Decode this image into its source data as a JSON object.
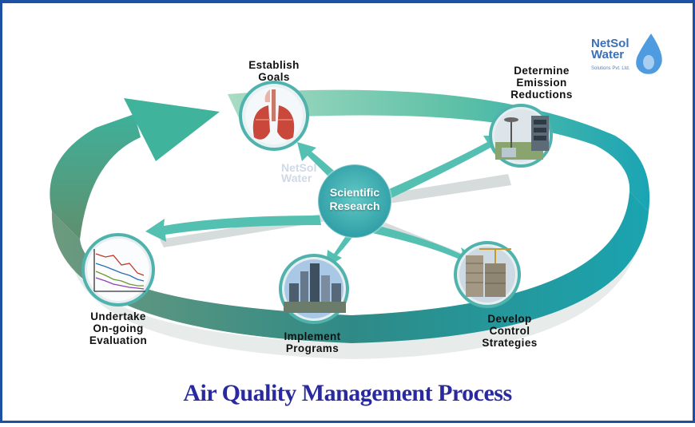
{
  "title": "Air Quality Management Process",
  "center": {
    "line1": "Scientific",
    "line2": "Research"
  },
  "stages": {
    "establish_goals": {
      "line1": "Establish",
      "line2": "Goals",
      "icon": "lungs-icon"
    },
    "determine_emission": {
      "line1": "Determine",
      "line2": "Emission",
      "line3": "Reductions",
      "icon": "monitoring-station-icon"
    },
    "develop_control": {
      "line1": "Develop",
      "line2": "Control",
      "line3": "Strategies",
      "icon": "construction-site-icon"
    },
    "implement_programs": {
      "line1": "Implement",
      "line2": "Programs",
      "icon": "city-skyline-icon"
    },
    "undertake_evaluation": {
      "line1": "Undertake",
      "line2": "On-going",
      "line3": "Evaluation",
      "icon": "trend-chart-icon"
    }
  },
  "brand": {
    "line1": "NetSol",
    "line2": "Water",
    "tagline": "Solutions Pvt. Ltd."
  },
  "watermark": {
    "line1": "NetSol",
    "line2": "Water"
  },
  "colors": {
    "ring_light": "#8fd3b6",
    "ring_teal": "#2aa7a8",
    "ring_dark": "#3f7f6a",
    "center": "#3fb0b3",
    "title": "#2a2aa0",
    "frame": "#1d4fa3"
  }
}
